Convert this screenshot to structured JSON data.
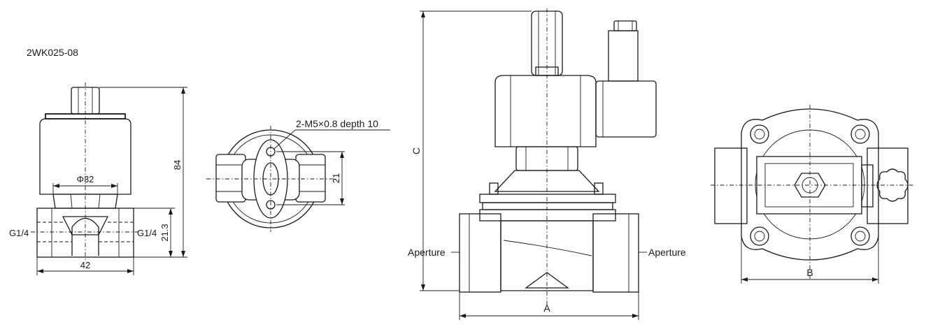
{
  "model_label": "2WK025-08",
  "left_view": {
    "height_dim": "84",
    "diameter_dim": "Φ32",
    "port_left": "G1/4",
    "port_right": "G1/4",
    "port_height_dim": "21.3",
    "width_dim": "42"
  },
  "bottom_view": {
    "thread_note": "2-M5×0.8 depth 10",
    "spacing_dim": "21"
  },
  "front_view": {
    "height_dim": "C",
    "aperture_left": "Aperture",
    "aperture_right": "Aperture",
    "width_dim": "A"
  },
  "top_view": {
    "width_dim": "B"
  }
}
